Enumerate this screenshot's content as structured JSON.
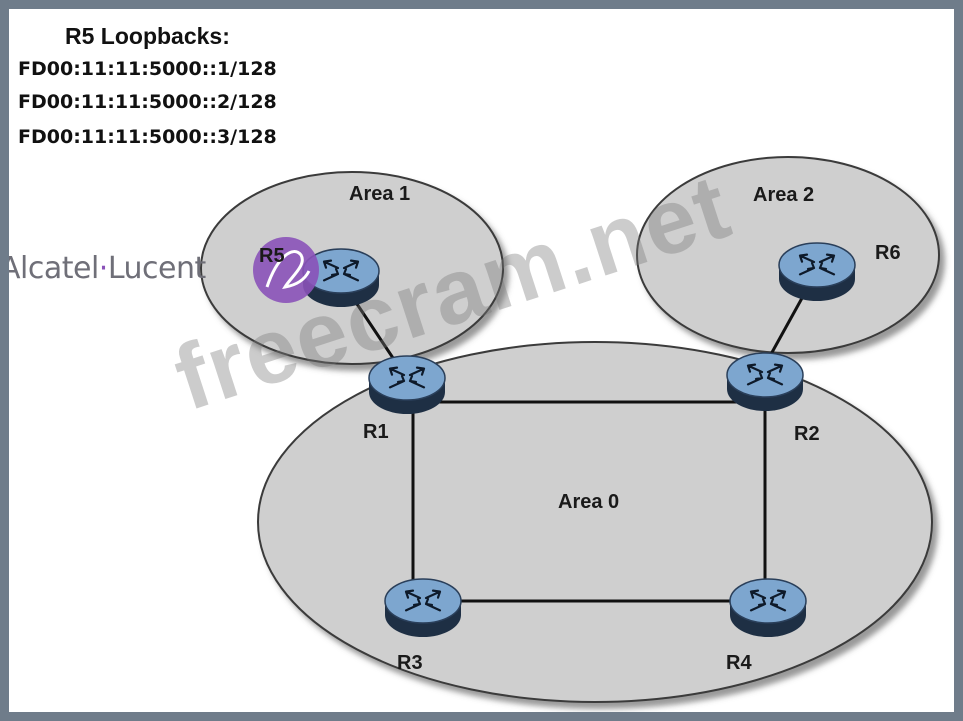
{
  "loopbacks": {
    "title": "R5 Loopbacks:",
    "addresses": [
      "FD00:11:11:5000::1/128",
      "FD00:11:11:5000::2/128",
      "FD00:11:11:5000::3/128"
    ]
  },
  "areas": [
    {
      "id": "area1",
      "label": "Area 1"
    },
    {
      "id": "area2",
      "label": "Area 2"
    },
    {
      "id": "area0",
      "label": "Area 0"
    }
  ],
  "routers": [
    {
      "id": "R5",
      "label": "R5"
    },
    {
      "id": "R6",
      "label": "R6"
    },
    {
      "id": "R1",
      "label": "R1"
    },
    {
      "id": "R2",
      "label": "R2"
    },
    {
      "id": "R3",
      "label": "R3"
    },
    {
      "id": "R4",
      "label": "R4"
    }
  ],
  "links": [
    [
      "R5",
      "R1"
    ],
    [
      "R6",
      "R2"
    ],
    [
      "R1",
      "R2"
    ],
    [
      "R1",
      "R3"
    ],
    [
      "R2",
      "R4"
    ],
    [
      "R3",
      "R4"
    ]
  ],
  "brand": {
    "text_left": "Alcatel",
    "dot": "·",
    "text_right": "Lucent"
  },
  "watermark": "freecram.net",
  "colors": {
    "area_fill": "#cfcfcf",
    "area_stroke": "#3a3a3a",
    "router_top": "#7da6cf",
    "router_side": "#1e2f44",
    "brand_logo": "#8a52b8"
  }
}
